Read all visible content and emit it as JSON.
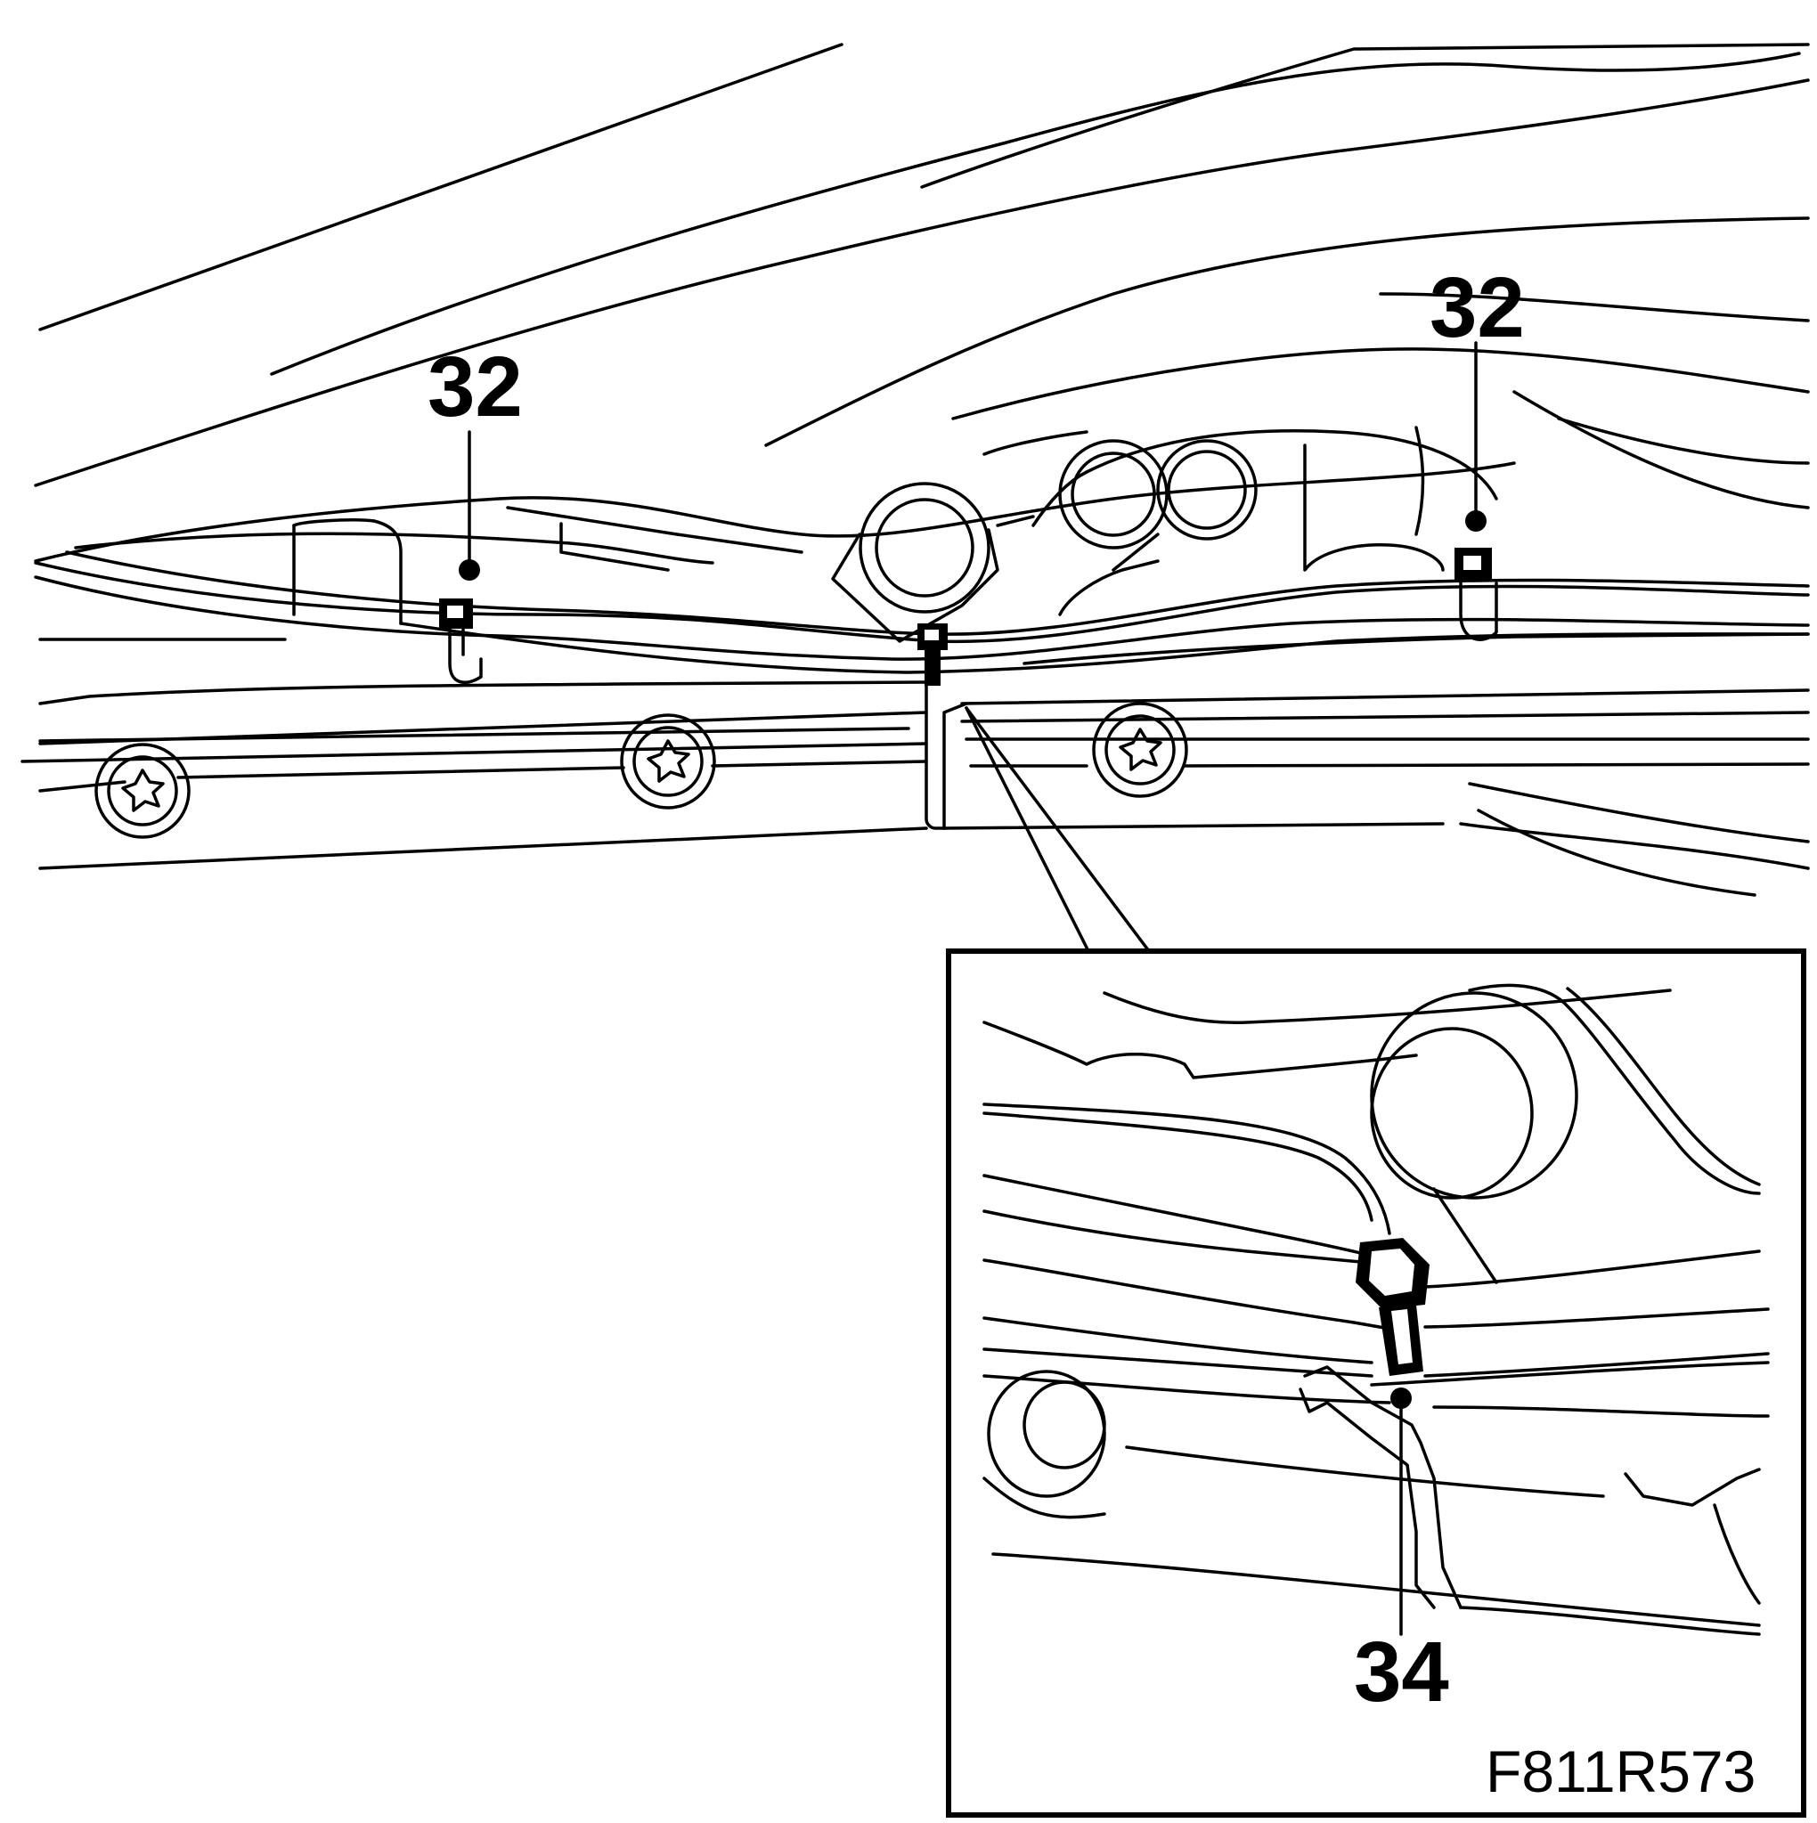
{
  "figure_id": "F811R573",
  "callouts": {
    "left": "32",
    "right": "32",
    "detail": "34"
  },
  "colors": {
    "line": "#000000",
    "background": "#ffffff"
  }
}
